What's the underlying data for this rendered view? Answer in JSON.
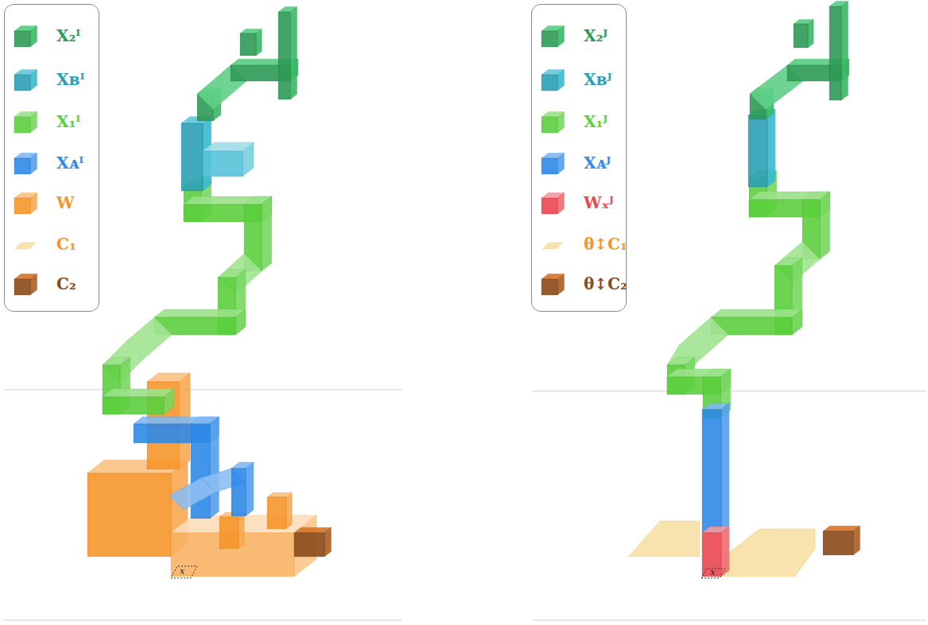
{
  "diagram": {
    "labels": [
      "x",
      "x"
    ],
    "legend": [
      {
        "text": "X₂ᴵ",
        "color": "#2e9a55"
      },
      {
        "text": "Xʙᴵ",
        "color": "#2ba0b5"
      },
      {
        "text": "X₁ᴵ",
        "color": "#5ccf3e"
      },
      {
        "text": "Xᴀᴵ",
        "color": "#2f8ae8"
      },
      {
        "text": "W",
        "color": "#f5962a"
      },
      {
        "text": "C₁",
        "color": "#f7dfa5"
      },
      {
        "text": "C₂",
        "color": "#8b4a1a"
      },
      {
        "text": "X₂ᴶ",
        "color": "#2e9a55"
      },
      {
        "text": "Xʙᴶ",
        "color": "#2ba0b5"
      },
      {
        "text": "X₁ᴶ",
        "color": "#5ccf3e"
      },
      {
        "text": "Xᴀᴶ",
        "color": "#2f8ae8"
      },
      {
        "text": "Wₓᴶ",
        "color": "#e8484f"
      },
      {
        "text": "θ↕C₁",
        "color": "#f7dfa5"
      },
      {
        "text": "θ↕C₂",
        "color": "#8b4a1a"
      }
    ]
  }
}
